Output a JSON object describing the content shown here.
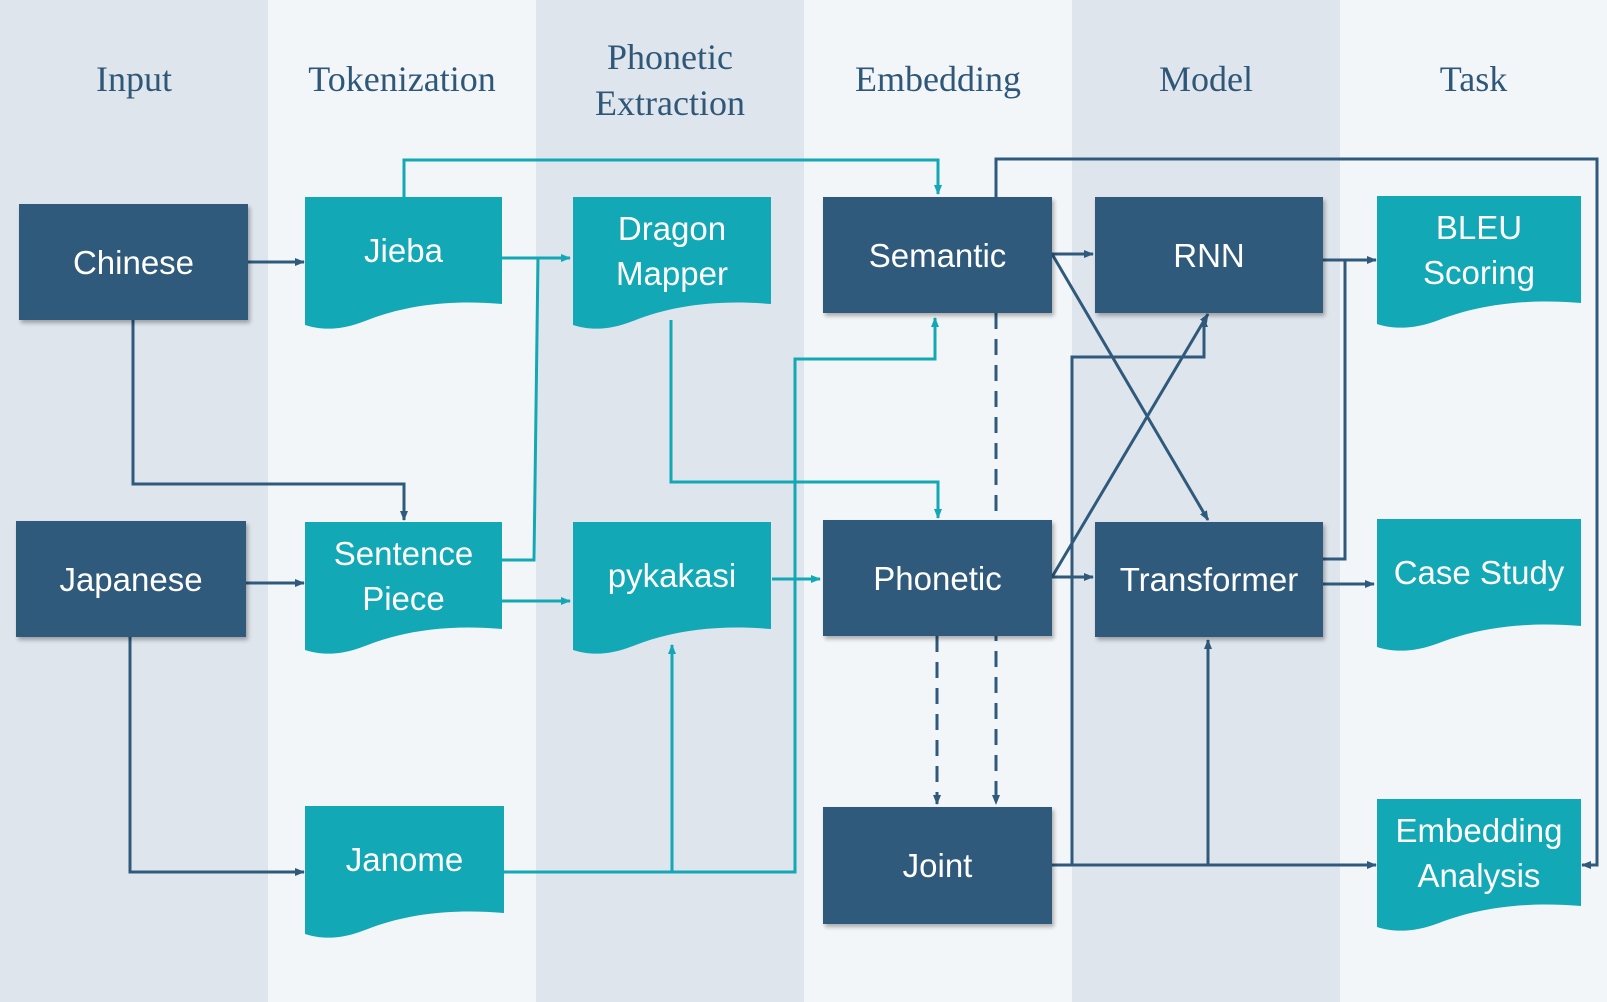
{
  "lanes": [
    {
      "title": "Input",
      "color": "#dfe5ec"
    },
    {
      "title": "Tokenization",
      "color": "#f3f6f8"
    },
    {
      "title": "Phonetic\nExtraction",
      "color": "#dfe5ec"
    },
    {
      "title": "Embedding",
      "color": "#f3f6f8"
    },
    {
      "title": "Model",
      "color": "#dfe5ec"
    },
    {
      "title": "Task",
      "color": "#f3f6f8"
    }
  ],
  "nodes": {
    "chinese": "Chinese",
    "japanese": "Japanese",
    "jieba": "Jieba",
    "sentencepiece": "Sentence\nPiece",
    "janome": "Janome",
    "dragonmapper": "Dragon\nMapper",
    "pykakasi": "pykakasi",
    "semantic": "Semantic",
    "phonetic": "Phonetic",
    "joint": "Joint",
    "rnn": "RNN",
    "transformer": "Transformer",
    "bleu": "BLEU\nScoring",
    "casestudy": "Case Study",
    "embeddinganalysis": "Embedding\nAnalysis"
  },
  "colors": {
    "navy": "#2f5a7c",
    "teal": "#13a8b6",
    "lane_dark": "#dfe5ec",
    "lane_light": "#f3f6f8",
    "title_text": "#2f5778"
  }
}
